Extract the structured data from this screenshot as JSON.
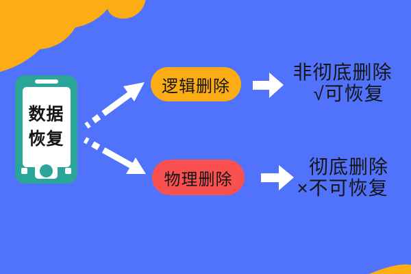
{
  "colors": {
    "background": "#5172FB",
    "cloud": "#FCAD13",
    "phone_body": "#2BA49A",
    "pill_logical": "#FCAD13",
    "pill_physical": "#F85150",
    "arrow": "#FFFFFF",
    "text": "#151515"
  },
  "phone": {
    "screen_line1": "数据",
    "screen_line2": "恢复"
  },
  "branches": [
    {
      "id": "logical-delete",
      "pill_label": "逻辑删除",
      "result_line1": "非彻底删除",
      "result_line2": "√可恢复"
    },
    {
      "id": "physical-delete",
      "pill_label": "物理删除",
      "result_line1": "彻底删除",
      "result_line2": "×不可恢复"
    }
  ]
}
